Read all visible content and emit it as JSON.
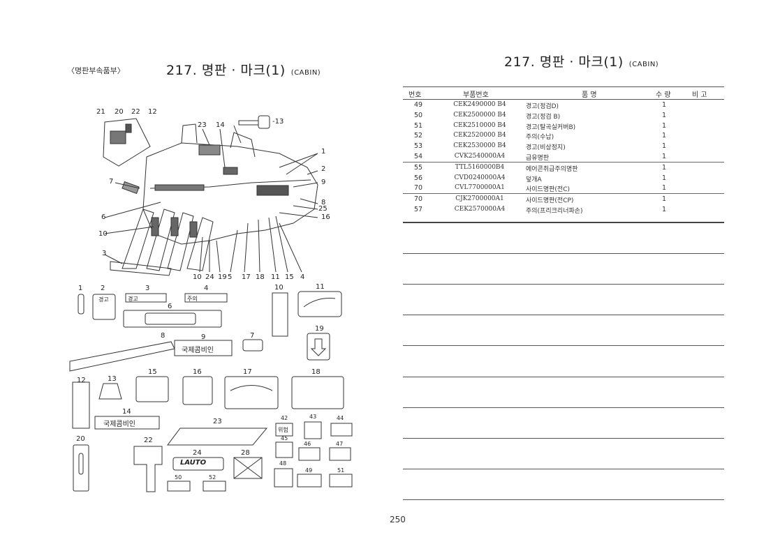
{
  "left_page": {
    "section_label": "〈명판부속품부〉",
    "title": "217. 명판 · 마크(1)",
    "title_sub": "(CABIN)"
  },
  "right_page": {
    "title": "217. 명판 · 마크(1)",
    "title_sub": "(CABIN)",
    "table": {
      "headers": {
        "no": "번호",
        "part_no": "부품번호",
        "name": "품  명",
        "qty": "수 량",
        "remark": "비 고"
      },
      "rows": [
        {
          "no": "49",
          "part_no": "CEK2490000 B4",
          "name": "경고(정검D)",
          "qty": "1"
        },
        {
          "no": "50",
          "part_no": "CEK2500000 B4",
          "name": "경고(정검 B)",
          "qty": "1"
        },
        {
          "no": "51",
          "part_no": "CEK2510000 B4",
          "name": "경고(탈곡실커버B)",
          "qty": "1"
        },
        {
          "no": "52",
          "part_no": "CEK2520000 B4",
          "name": "주의(수납)",
          "qty": "1"
        },
        {
          "no": "53",
          "part_no": "CEK2530000 B4",
          "name": "경고(비상정지)",
          "qty": "1"
        },
        {
          "no": "54",
          "part_no": "CVK2540000A4",
          "name": "급유명판",
          "qty": "1"
        },
        {
          "no": "55",
          "part_no": "TTL5160000B4",
          "name": "에어콘취급주의명판",
          "qty": "1"
        },
        {
          "no": "56",
          "part_no": "CVD0240000A4",
          "name": "덮개A",
          "qty": "1"
        },
        {
          "no": "70",
          "part_no": "CVL7700000A1",
          "name": "사이드명판(전C)",
          "qty": "1"
        },
        {
          "no": "70",
          "part_no": "CJK2700000A1",
          "name": "사이드명판(전CP)",
          "qty": "1"
        },
        {
          "no": "57",
          "part_no": "CEK2570000A4",
          "name": "주의(프리크리너파손)",
          "qty": "1"
        }
      ]
    }
  },
  "diagram": {
    "callouts_top": [
      "21",
      "20",
      "22",
      "12",
      "23",
      "14",
      "-13"
    ],
    "callouts_right": [
      "1",
      "2",
      "9",
      "8",
      "25",
      "16"
    ],
    "callouts_left": [
      "7",
      "6",
      "10",
      "3"
    ],
    "callouts_bottom": [
      "10",
      "24",
      "19",
      "5",
      "17",
      "18",
      "11",
      "15",
      "4"
    ],
    "part_numbers": [
      "1",
      "2",
      "3",
      "4",
      "10",
      "11",
      "6",
      "7",
      "8",
      "9",
      "19",
      "12",
      "13",
      "15",
      "16",
      "17",
      "18",
      "14",
      "20",
      "22",
      "23",
      "24",
      "28",
      "42",
      "43",
      "44",
      "45",
      "46",
      "47",
      "48",
      "49",
      "50",
      "51",
      "52"
    ],
    "plate_texts": {
      "p2": "경고",
      "p3": "경고",
      "p4": "주의",
      "p9": "국제콤비인",
      "p14": "국제콤비인",
      "p24": "LAUTO",
      "p42": "위험"
    }
  },
  "page_number": "250"
}
